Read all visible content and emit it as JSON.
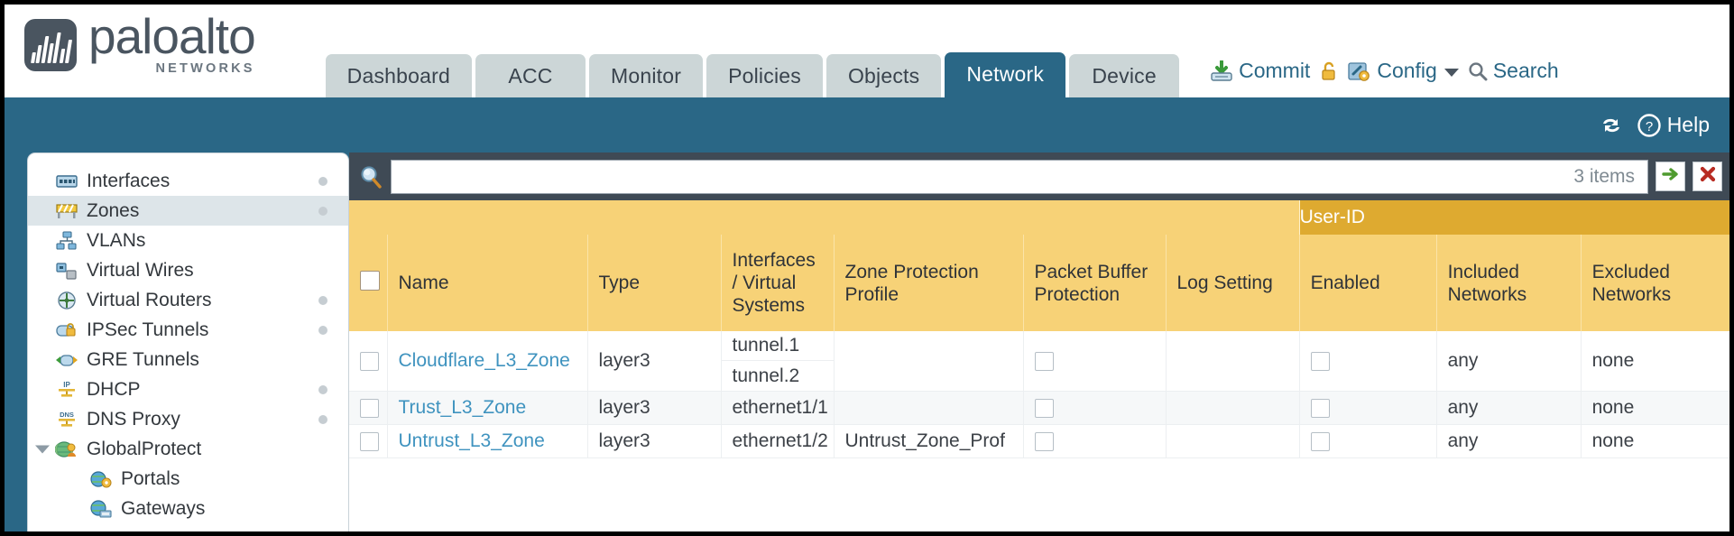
{
  "brand": {
    "name": "paloalto",
    "tagline": "NETWORKS",
    "registered": "®"
  },
  "nav_tabs": [
    {
      "label": "Dashboard",
      "active": false
    },
    {
      "label": "ACC",
      "active": false
    },
    {
      "label": "Monitor",
      "active": false
    },
    {
      "label": "Policies",
      "active": false
    },
    {
      "label": "Objects",
      "active": false
    },
    {
      "label": "Network",
      "active": true
    },
    {
      "label": "Device",
      "active": false
    }
  ],
  "toolbar": {
    "commit_label": "Commit",
    "commit_icon": "commit-icon",
    "lock_icon": "unlock-icon",
    "config_label": "Config",
    "config_icon": "config-wrench-icon",
    "config_caret": "chevron-down-icon",
    "search_label": "Search",
    "search_icon": "magnifier-icon"
  },
  "subbar": {
    "refresh_icon": "refresh-icon",
    "help_label": "Help",
    "help_icon": "help-question-icon"
  },
  "sidebar": {
    "items": [
      {
        "label": "Interfaces",
        "icon": "interfaces-icon",
        "selected": false,
        "dot": true,
        "expandable": false,
        "child": false
      },
      {
        "label": "Zones",
        "icon": "zones-icon",
        "selected": true,
        "dot": true,
        "expandable": false,
        "child": false
      },
      {
        "label": "VLANs",
        "icon": "vlans-icon",
        "selected": false,
        "dot": false,
        "expandable": false,
        "child": false
      },
      {
        "label": "Virtual Wires",
        "icon": "virtual-wires-icon",
        "selected": false,
        "dot": false,
        "expandable": false,
        "child": false
      },
      {
        "label": "Virtual Routers",
        "icon": "virtual-routers-icon",
        "selected": false,
        "dot": true,
        "expandable": false,
        "child": false
      },
      {
        "label": "IPSec Tunnels",
        "icon": "ipsec-tunnels-icon",
        "selected": false,
        "dot": true,
        "expandable": false,
        "child": false
      },
      {
        "label": "GRE Tunnels",
        "icon": "gre-tunnels-icon",
        "selected": false,
        "dot": false,
        "expandable": false,
        "child": false
      },
      {
        "label": "DHCP",
        "icon": "dhcp-icon",
        "selected": false,
        "dot": true,
        "expandable": false,
        "child": false
      },
      {
        "label": "DNS Proxy",
        "icon": "dns-proxy-icon",
        "selected": false,
        "dot": true,
        "expandable": false,
        "child": false
      },
      {
        "label": "GlobalProtect",
        "icon": "globalprotect-icon",
        "selected": false,
        "dot": false,
        "expandable": true,
        "child": false
      },
      {
        "label": "Portals",
        "icon": "portals-icon",
        "selected": false,
        "dot": false,
        "expandable": false,
        "child": true
      },
      {
        "label": "Gateways",
        "icon": "gateways-icon",
        "selected": false,
        "dot": false,
        "expandable": false,
        "child": true
      }
    ]
  },
  "search": {
    "value": "",
    "placeholder": "",
    "icon": "magnifier-icon",
    "item_count": "3 items",
    "apply_icon": "apply-arrow-icon",
    "clear_icon": "clear-x-icon"
  },
  "table": {
    "group_header": "User-ID",
    "columns": {
      "name": "Name",
      "type": "Type",
      "interfaces": "Interfaces / Virtual Systems",
      "zone_protection": "Zone Protection Profile",
      "packet_buffer": "Packet Buffer Protection",
      "log_setting": "Log Setting",
      "enabled": "Enabled",
      "included_networks": "Included Networks",
      "excluded_networks": "Excluded Networks"
    },
    "rows": [
      {
        "name": "Cloudflare_L3_Zone",
        "type": "layer3",
        "interfaces": [
          "tunnel.1",
          "tunnel.2"
        ],
        "zone_protection": "",
        "packet_buffer_checked": false,
        "log_setting": "",
        "enabled_checked": false,
        "included_networks": "any",
        "excluded_networks": "none",
        "selected": false
      },
      {
        "name": "Trust_L3_Zone",
        "type": "layer3",
        "interfaces": [
          "ethernet1/1"
        ],
        "zone_protection": "",
        "packet_buffer_checked": false,
        "log_setting": "",
        "enabled_checked": false,
        "included_networks": "any",
        "excluded_networks": "none",
        "selected": false
      },
      {
        "name": "Untrust_L3_Zone",
        "type": "layer3",
        "interfaces": [
          "ethernet1/2"
        ],
        "zone_protection": "Untrust_Zone_Prof",
        "packet_buffer_checked": false,
        "log_setting": "",
        "enabled_checked": false,
        "included_networks": "any",
        "excluded_networks": "none",
        "selected": false
      }
    ]
  },
  "colors": {
    "brand_blue": "#2a6786",
    "tab_inactive": "#ccd6d7",
    "header_yellow": "#f7d277",
    "group_yellow": "#deaa30",
    "dark_panel": "#3f4a55",
    "link_blue": "#3f93bf"
  }
}
